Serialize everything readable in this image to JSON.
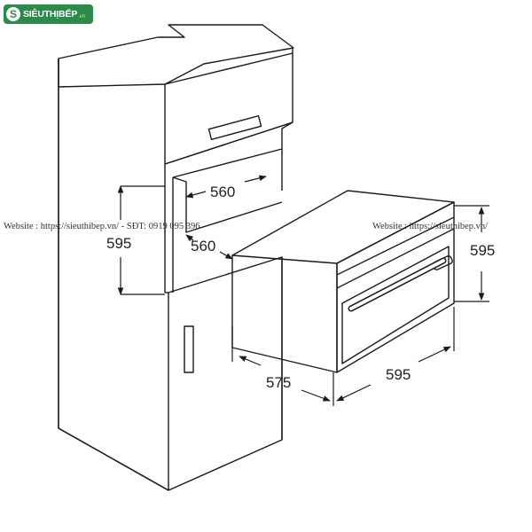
{
  "logo": {
    "text": "SIÊUTHỊBẾP",
    "suffix": ".vn",
    "mark": "S"
  },
  "watermark": {
    "left": "Website : https://sieuthibep.vn/  -  SĐT: 0919 095 396",
    "right": "Website : https://sieuthibep.vn/"
  },
  "dimensions": {
    "niche_width": "560",
    "niche_height": "595",
    "niche_depth": "560",
    "oven_height": "595",
    "oven_depth": "575",
    "oven_width": "595"
  },
  "colors": {
    "line": "#1a1a1a",
    "logo_bg": "#2b8a4a"
  }
}
